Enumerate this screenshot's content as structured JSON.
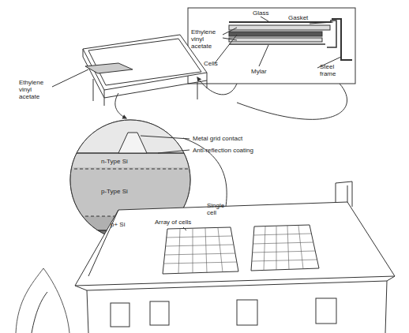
{
  "diagram": {
    "labels": [
      "Glass",
      "Gasket",
      "Ethylene vinyl acetate",
      "Cells",
      "Mylar",
      "Steel frame",
      "Ethylene vinyl acetate",
      "Metal grid contact",
      "Anti-reflection coating",
      "n-Type Si",
      "p-Type Si",
      "p+ Si",
      "Single cell",
      "Array of cells"
    ]
  }
}
